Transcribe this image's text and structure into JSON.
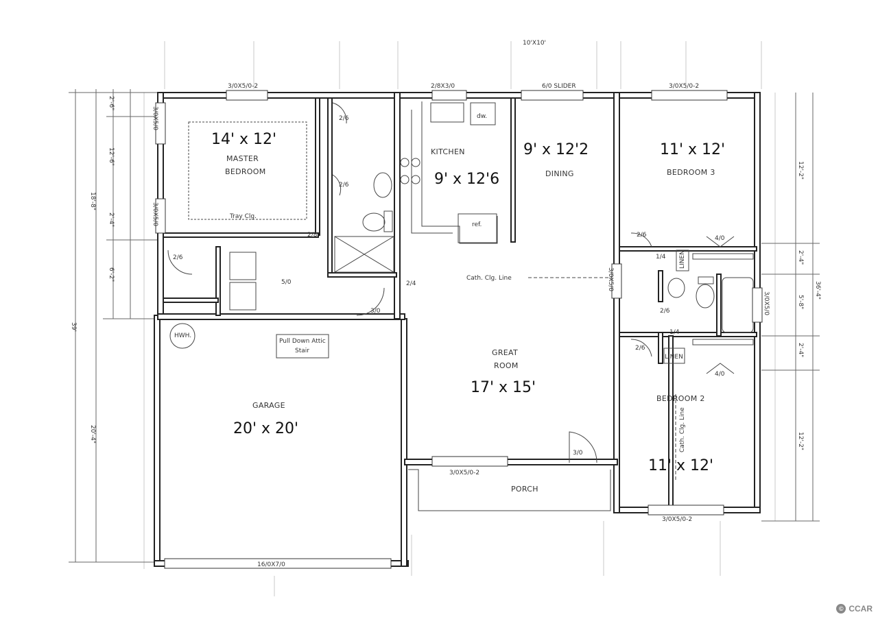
{
  "top_note": "10'X10'",
  "windows": {
    "master_top": "3/0X5/0-2",
    "kitchen_top": "2/8X3/0",
    "dining_top": "6/0 SLIDER",
    "bed3_top": "3/0X5/0-2",
    "porch_window": "3/0X5/0-2",
    "bed2_bottom": "3/0X5/0-2",
    "garage_door": "16/0X7/0",
    "master_left_1": "3/0X5/0",
    "master_left_2": "3/0X5/0",
    "bed_right": "3/0X5/0",
    "bath_right": "3/0X5/0"
  },
  "rooms": {
    "master": {
      "name_1": "MASTER",
      "name_2": "BEDROOM",
      "size": "14' x 12'",
      "note": "Tray Clg."
    },
    "kitchen": {
      "name": "KITCHEN",
      "size": "9' x 12'6"
    },
    "dining": {
      "name": "DINING",
      "size": "9' x 12'2"
    },
    "bedroom3": {
      "name": "BEDROOM 3",
      "size": "11' x 12'"
    },
    "great_room": {
      "name_1": "GREAT",
      "name_2": "ROOM",
      "size": "17' x 15'",
      "note": "Cath. Clg. Line"
    },
    "bedroom2": {
      "name": "BEDROOM 2",
      "size": "11' x 12'",
      "note": "Cath. Clg. Line"
    },
    "garage": {
      "name": "GARAGE",
      "size": "20' x 20'",
      "hwh": "HWH.",
      "attic_1": "Pull Down Attic",
      "attic_2": "Stair"
    },
    "porch": {
      "name": "PORCH"
    }
  },
  "fixtures": {
    "dw": "dw.",
    "ref": "ref.",
    "linen_1": "LINEN",
    "linen_2": "LINEN"
  },
  "doors": [
    "2/6",
    "2/6",
    "2/6",
    "2/6",
    "2/8",
    "5/0",
    "3/0",
    "2/4",
    "2/6",
    "2/6",
    "1/4",
    "1/4",
    "4/0",
    "4/0",
    "3/0"
  ],
  "dimensions": {
    "left_1": "2'-6\"",
    "left_2": "12'-6\"",
    "left_3": "2'-4\"",
    "left_4": "6'-2\"",
    "left_total": "39'",
    "left_upper": "18'-8\"",
    "left_garage": "20'-4\"",
    "right_1": "12'-2\"",
    "right_2": "2'-4\"",
    "right_3": "5'-8\"",
    "right_4": "2'-4\"",
    "right_5": "12'-2\"",
    "right_total": "36'-4\""
  },
  "watermark": "CCAR"
}
